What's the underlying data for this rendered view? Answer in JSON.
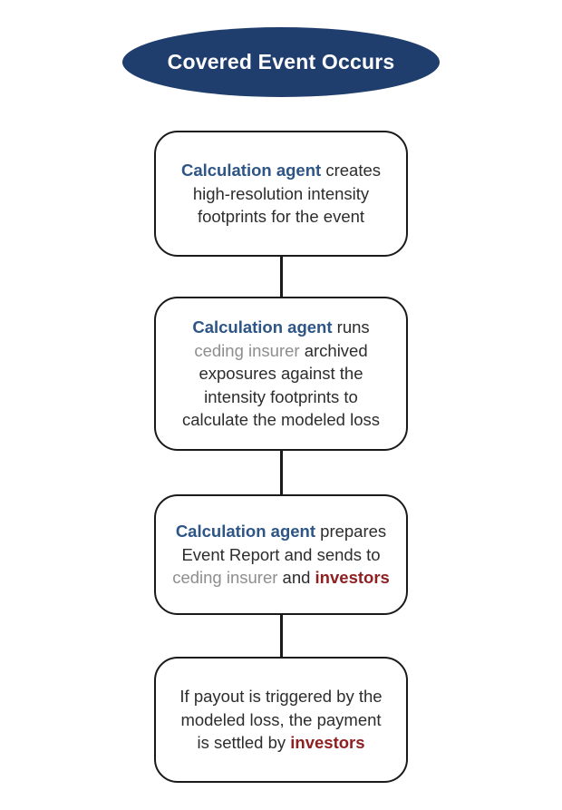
{
  "start_node": {
    "label": "Covered Event Occurs"
  },
  "colors": {
    "ellipse_fill": "#1f3d6d",
    "agent_blue": "#2d5586",
    "ceding_gray": "#8e8e8e",
    "investors_red": "#8e2022",
    "body_text": "#2d2d2d",
    "line_black": "#1a1a1a"
  },
  "boxes": [
    {
      "name": "create-footprints",
      "lines": [
        {
          "segments": [
            {
              "t": "Calculation agent"
            },
            {
              "t": "creates"
            }
          ]
        },
        {
          "segments": [
            {
              "t": "high-resolution intensity"
            }
          ]
        },
        {
          "segments": [
            {
              "t": "footprints for the event"
            }
          ]
        }
      ]
    },
    {
      "name": "run-exposures",
      "lines": [
        {
          "segments": [
            {
              "t": "Calculation agent"
            },
            {
              "t": "runs"
            }
          ]
        },
        {
          "segments": [
            {
              "t": "ceding insurer"
            },
            {
              "t": "archived"
            }
          ]
        },
        {
          "segments": [
            {
              "t": "exposures against the"
            }
          ]
        },
        {
          "segments": [
            {
              "t": "intensity footprints to"
            }
          ]
        },
        {
          "segments": [
            {
              "t": "calculate the modeled loss"
            }
          ]
        }
      ]
    },
    {
      "name": "prepare-event-report",
      "lines": [
        {
          "segments": [
            {
              "t": "Calculation agent"
            },
            {
              "t": "prepares"
            }
          ]
        },
        {
          "segments": [
            {
              "t": "Event Report and sends to"
            }
          ]
        },
        {
          "segments": [
            {
              "t": "ceding insurer"
            },
            {
              "t": "and"
            },
            {
              "t": "investors"
            }
          ]
        }
      ]
    },
    {
      "name": "payout-settlement",
      "lines": [
        {
          "segments": [
            {
              "t": "If payout is triggered by the"
            }
          ]
        },
        {
          "segments": [
            {
              "t": "modeled loss, the payment"
            }
          ]
        },
        {
          "segments": [
            {
              "t": "is settled by"
            },
            {
              "t": "investors"
            }
          ]
        }
      ]
    }
  ]
}
